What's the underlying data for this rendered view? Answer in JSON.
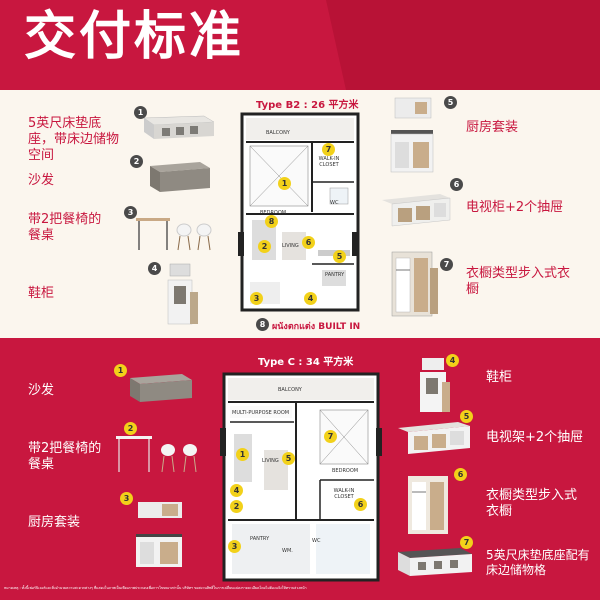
{
  "header": {
    "title": "交付标准"
  },
  "top": {
    "plan_title": "Type B2 : 26 平方米",
    "built_in": "ผนังตกแต่ง BUILT IN",
    "left": [
      {
        "num": "1",
        "label": "5英尺床垫底座，带床边储物空间"
      },
      {
        "num": "2",
        "label": "沙发"
      },
      {
        "num": "3",
        "label": "带2把餐椅的餐桌"
      },
      {
        "num": "4",
        "label": "鞋柜"
      }
    ],
    "right": [
      {
        "num": "5",
        "label": "厨房套装"
      },
      {
        "num": "6",
        "label": "电视柜+2个抽屉"
      },
      {
        "num": "7",
        "label": "衣橱类型步入式衣橱"
      }
    ],
    "rooms": {
      "balcony": "BALCONY",
      "walkin": "WALK-IN CLOSET",
      "bedroom": "BEDROOM",
      "wc": "WC",
      "living": "LIVING",
      "pantry": "PANTRY"
    }
  },
  "bottom": {
    "plan_title": "Type C : 34 平方米",
    "left": [
      {
        "num": "1",
        "label": "沙发"
      },
      {
        "num": "2",
        "label": "带2把餐椅的餐桌"
      },
      {
        "num": "3",
        "label": "厨房套装"
      }
    ],
    "right": [
      {
        "num": "4",
        "label": "鞋柜"
      },
      {
        "num": "5",
        "label": "电视架+2个抽屉"
      },
      {
        "num": "6",
        "label": "衣橱类型步入式衣橱"
      },
      {
        "num": "7",
        "label": "5英尺床垫底座配有床边储物格"
      }
    ],
    "rooms": {
      "balcony": "BALCONY",
      "multipurpose": "MULTI-PURPOSE ROOM",
      "bedroom": "BEDROOM",
      "living": "LIVING",
      "walkin": "WALK-IN CLOSET",
      "pantry": "PANTRY",
      "wm": "WM.",
      "wc": "WC"
    },
    "note": "หมายเหตุ : ทั้งนี้เฟอร์นิเจอร์และสิ่งอำนวยความสะดวกต่างๆ ที่แสดงในภาพเป็นเพียงภาพประกอบเพื่อการโฆษณาเท่านั้น บริษัทฯ ขอสงวนสิทธิ์ในการเปลี่ยนแปลงรายละเอียดโดยไม่ต้องแจ้งให้ทราบล่วงหน้า"
  },
  "colors": {
    "brand": "#c8173f",
    "cream": "#fbf6ee",
    "badge_yellow": "#f2d11a",
    "badge_dark": "#4a4a4a"
  }
}
